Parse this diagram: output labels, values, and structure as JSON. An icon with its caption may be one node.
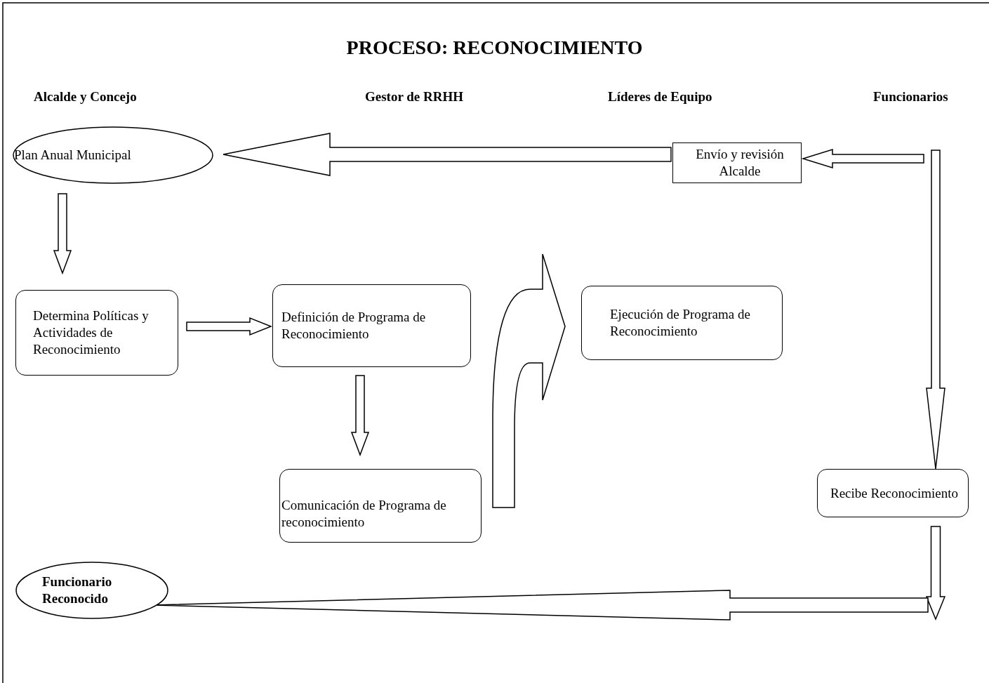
{
  "diagram": {
    "title": "PROCESO: RECONOCIMIENTO",
    "nodes": [
      {
        "text": [
          "Plan Anual Municipal"
        ]
      },
      {
        "text": [
          "Envío y revisión Alcalde"
        ]
      },
      {
        "text": [
          "Determina Políticas y Actividades de Reconocimiento"
        ]
      },
      {
        "text": [
          "Definición de Programa de Reconocimiento"
        ]
      },
      {
        "text": [
          "Ejecución de Programa de Reconocimiento"
        ]
      },
      {
        "text": [
          "Comunicación de Programa de reconocimiento"
        ]
      },
      {
        "text": [
          "Recibe Reconocimiento"
        ]
      },
      {
        "text": [
          "Funcionario Reconocido"
        ]
      }
    ],
    "edges": [
      {
        "from": null,
        "to": 1,
        "arrow": "to"
      },
      {
        "from": 1,
        "to": 0,
        "arrow": "to"
      },
      {
        "from": null,
        "to": 6,
        "arrow": "to"
      },
      {
        "from": 0,
        "to": 2,
        "arrow": "to"
      },
      {
        "from": 2,
        "to": 3,
        "arrow": "to"
      },
      {
        "from": 3,
        "to": 5,
        "arrow": "to"
      },
      {
        "from": 5,
        "to": 4,
        "arrow": "to"
      },
      {
        "from": 6,
        "to": null,
        "arrow": "to"
      },
      {
        "from": null,
        "to": 7,
        "arrow": "to"
      }
    ],
    "labels": [
      "Alcalde y Concejo",
      "Gestor de RRHH",
      "Líderes de Equipo",
      "Funcionarios"
    ]
  }
}
